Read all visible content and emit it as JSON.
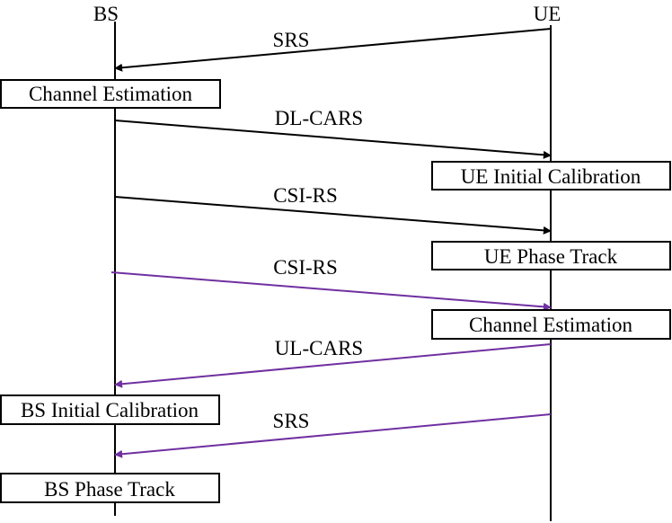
{
  "actors": {
    "bs": "BS",
    "ue": "UE"
  },
  "messages": [
    {
      "label": "SRS",
      "from": "UE",
      "to": "BS",
      "color": "#000000"
    },
    {
      "label": "DL-CARS",
      "from": "BS",
      "to": "UE",
      "color": "#000000"
    },
    {
      "label": "CSI-RS",
      "from": "BS",
      "to": "UE",
      "color": "#000000"
    },
    {
      "label": "CSI-RS",
      "from": "BS",
      "to": "UE",
      "color": "#7030A0"
    },
    {
      "label": "UL-CARS",
      "from": "UE",
      "to": "BS",
      "color": "#7030A0"
    },
    {
      "label": "SRS",
      "from": "UE",
      "to": "BS",
      "color": "#7030A0"
    }
  ],
  "steps": [
    {
      "label": "Channel Estimation",
      "actor": "BS"
    },
    {
      "label": "UE Initial Calibration",
      "actor": "UE"
    },
    {
      "label": "UE Phase Track",
      "actor": "UE"
    },
    {
      "label": "Channel Estimation",
      "actor": "UE"
    },
    {
      "label": "BS Initial Calibration",
      "actor": "BS"
    },
    {
      "label": "BS Phase Track",
      "actor": "BS"
    }
  ],
  "colors": {
    "line": "#000000",
    "highlight": "#7030A0"
  }
}
